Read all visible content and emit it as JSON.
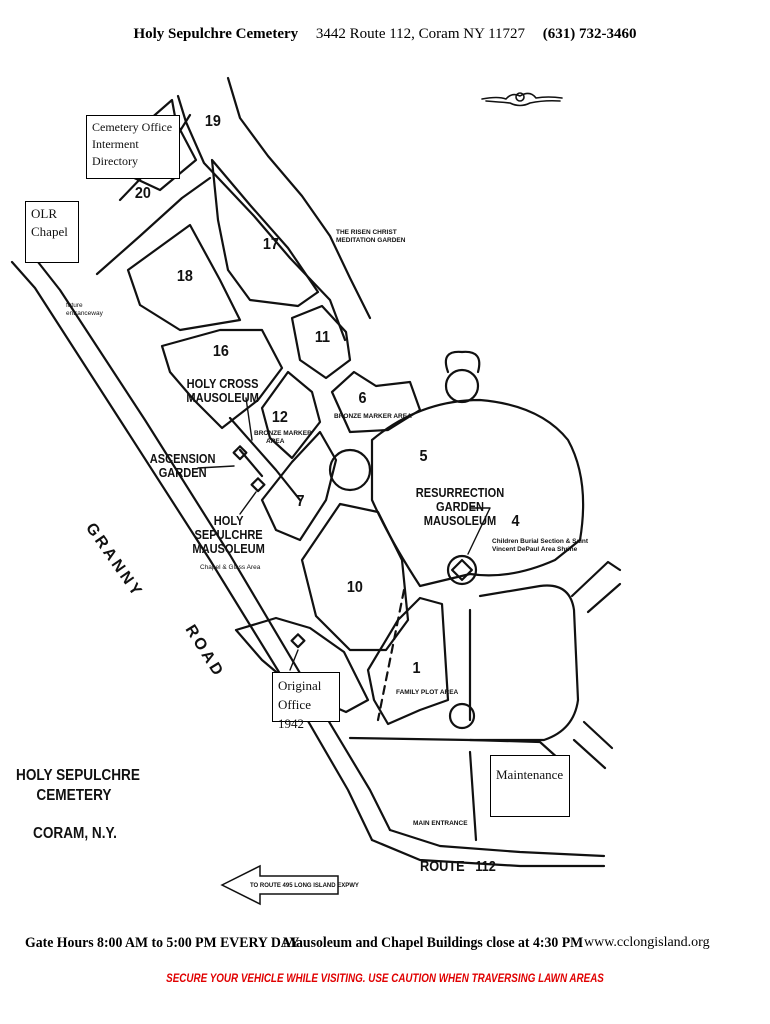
{
  "header": {
    "name": "Holy Sepulchre Cemetery",
    "address": "3442 Route 112, Coram NY 11727",
    "phone": "(631) 732-3460"
  },
  "boxes": {
    "office": [
      "Cemetery Office",
      "Interment",
      "Directory"
    ],
    "chapel": [
      "OLR",
      "Chapel"
    ],
    "original_office": [
      "Original",
      "Office 1942"
    ],
    "maintenance": "Maintenance"
  },
  "sections": {
    "s19": "19",
    "s20": "20",
    "s17": "17",
    "s18": "18",
    "s16": "16",
    "s11": "11",
    "s12": "12",
    "s6": "6",
    "s5": "5",
    "s7": "7",
    "s4": "4",
    "s10": "10",
    "s1": "1"
  },
  "labels": {
    "risen_christ": [
      "THE RISEN CHRIST",
      "MEDITATION GARDEN"
    ],
    "future_entrance": [
      "future",
      "entranceway"
    ],
    "holy_cross": [
      "HOLY CROSS",
      "MAUSOLEUM"
    ],
    "bronze_12": [
      "BRONZE MARKER",
      "AREA"
    ],
    "bronze_6": "BRONZE MARKER AREA",
    "ascension": [
      "ASCENSION",
      "GARDEN"
    ],
    "holy_sep_maus": [
      "HOLY",
      "SEPULCHRE",
      "MAUSOLEUM"
    ],
    "chapel_glass": "Chapel & Glass Area",
    "resurrection": [
      "RESURRECTION",
      "GARDEN",
      "MAUSOLEUM"
    ],
    "children": [
      "Children Burial Section & Saint",
      "Vincent DePaul Area Shrine"
    ],
    "family_plot": "FAMILY PLOT AREA",
    "main_entrance": "MAIN ENTRANCE",
    "route": "ROUTE   112",
    "to_route": "TO ROUTE 495 LONG ISLAND EXPWY",
    "granny": "GRANNY",
    "road": "ROAD"
  },
  "title_block": [
    "HOLY SEPULCHRE",
    "CEMETERY",
    "CORAM, N.Y."
  ],
  "footer": {
    "gate_hours": "Gate Hours 8:00 AM to 5:00 PM EVERY DAY",
    "mausoleum_hours": "Mausoleum and Chapel Buildings close at 4:30 PM",
    "website": "www.cclongisland.org",
    "warning": "SECURE YOUR VEHICLE WHILE VISITING. USE CAUTION WHEN TRAVERSING LAWN AREAS"
  },
  "colors": {
    "ink": "#111111",
    "warning": "#e00000"
  }
}
